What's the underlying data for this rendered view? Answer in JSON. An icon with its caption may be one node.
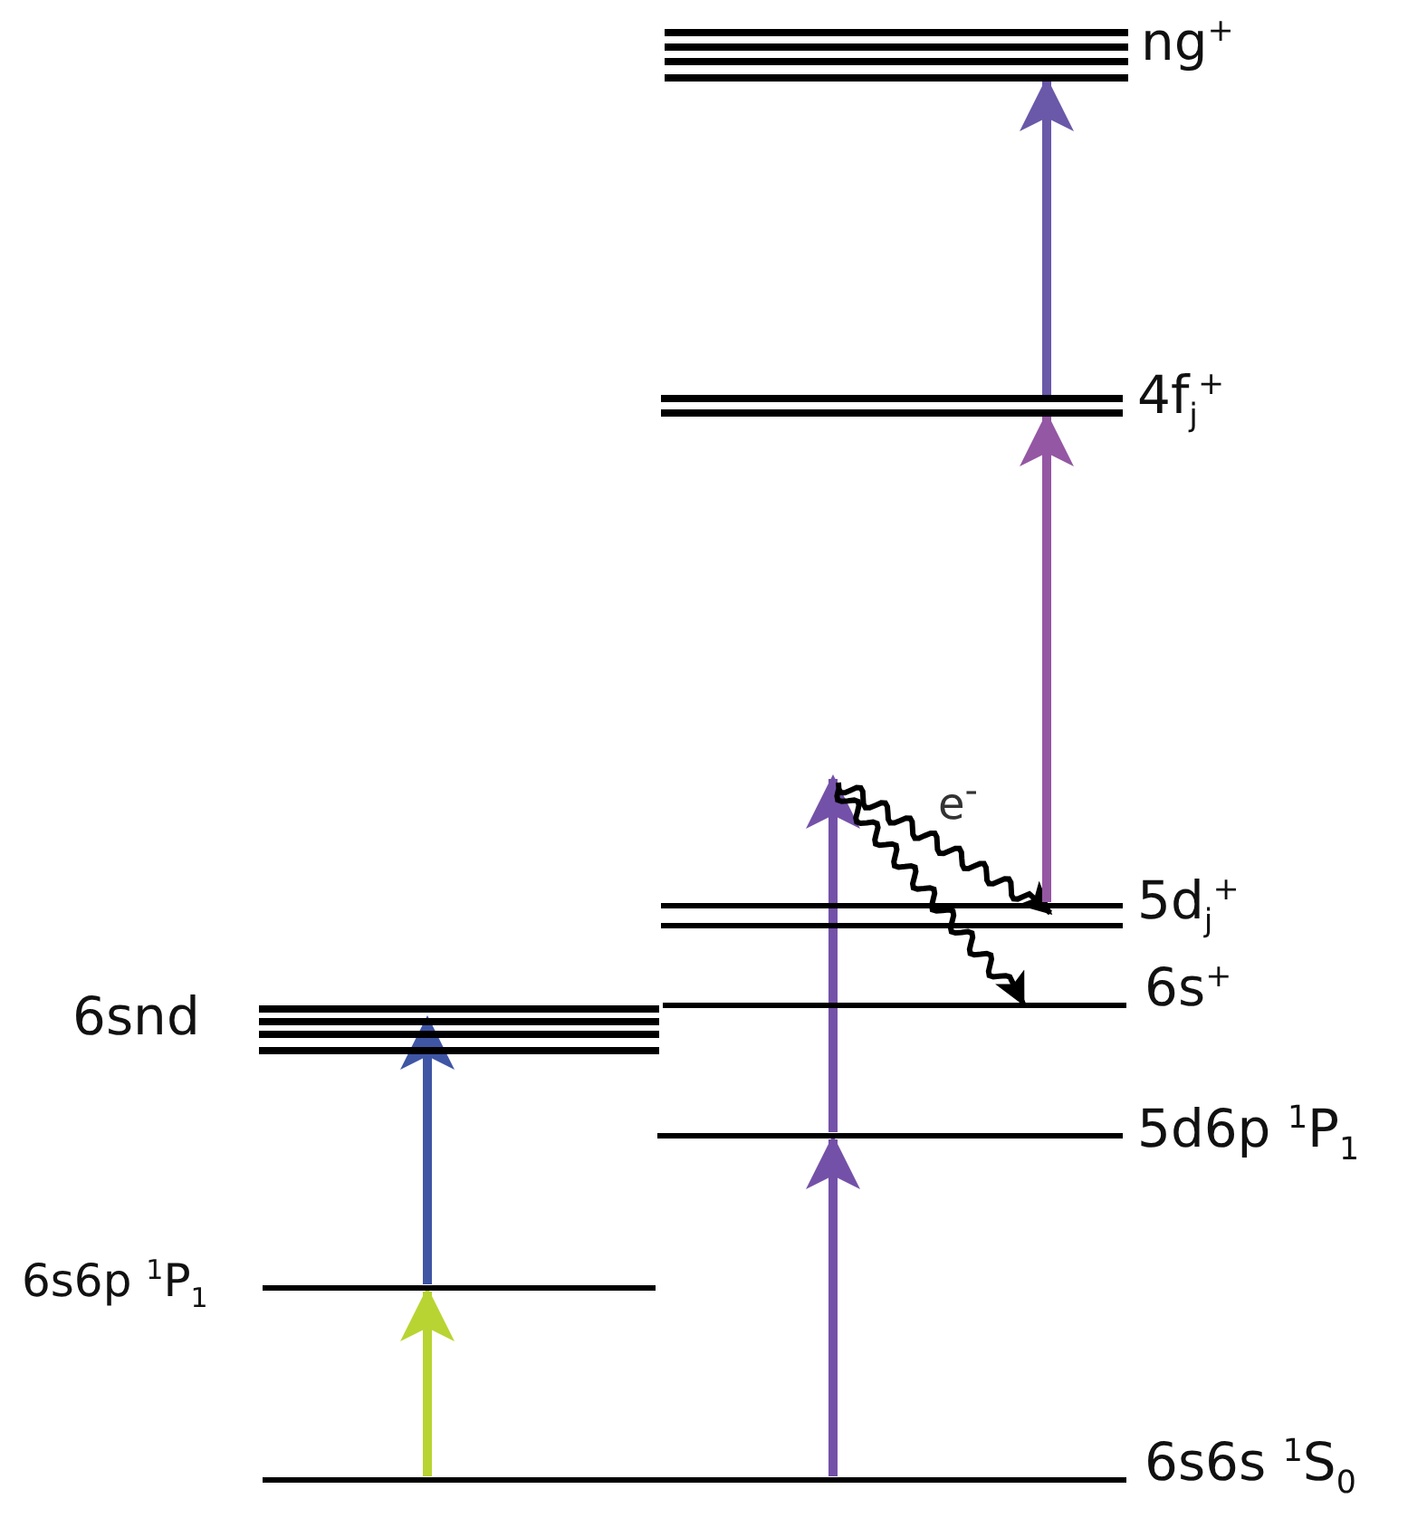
{
  "diagram": {
    "nodes": [
      {
        "text": [
          "ng$^{+}$"
        ]
      },
      {
        "text": [
          "4f$_{j}$$^{+}$"
        ]
      },
      {
        "text": [
          "5d$_{j}$$^{+}$"
        ]
      },
      {
        "text": [
          "6s$^{+}$"
        ]
      },
      {
        "text": [
          "6snd"
        ]
      },
      {
        "text": [
          "5d6p $^{1}$P$_{1}$"
        ]
      },
      {
        "text": [
          "6s6p $^{1}$P$_{1}$"
        ]
      },
      {
        "text": [
          "6s6s $^{1}$S$_{0}$"
        ]
      }
    ],
    "edges": [
      {
        "from": 7,
        "to": 6,
        "arrow": "to",
        "color": "#b8d432"
      },
      {
        "from": 6,
        "to": 4,
        "arrow": "to",
        "color": "#3f56a5"
      },
      {
        "from": 7,
        "to": 5,
        "arrow": "to",
        "color": "#7451a8"
      },
      {
        "from": 5,
        "to": null,
        "arrow": "to",
        "color": "#7451a8"
      },
      {
        "from": null,
        "to": 2,
        "arrow": "to",
        "label": "e$^{-}$",
        "color": "#000000"
      },
      {
        "from": null,
        "to": 3,
        "arrow": "to",
        "color": "#000000"
      },
      {
        "from": 2,
        "to": 1,
        "arrow": "to",
        "color": "#9457a3"
      },
      {
        "from": 1,
        "to": 0,
        "arrow": "to",
        "color": "#6a58a8"
      }
    ]
  }
}
